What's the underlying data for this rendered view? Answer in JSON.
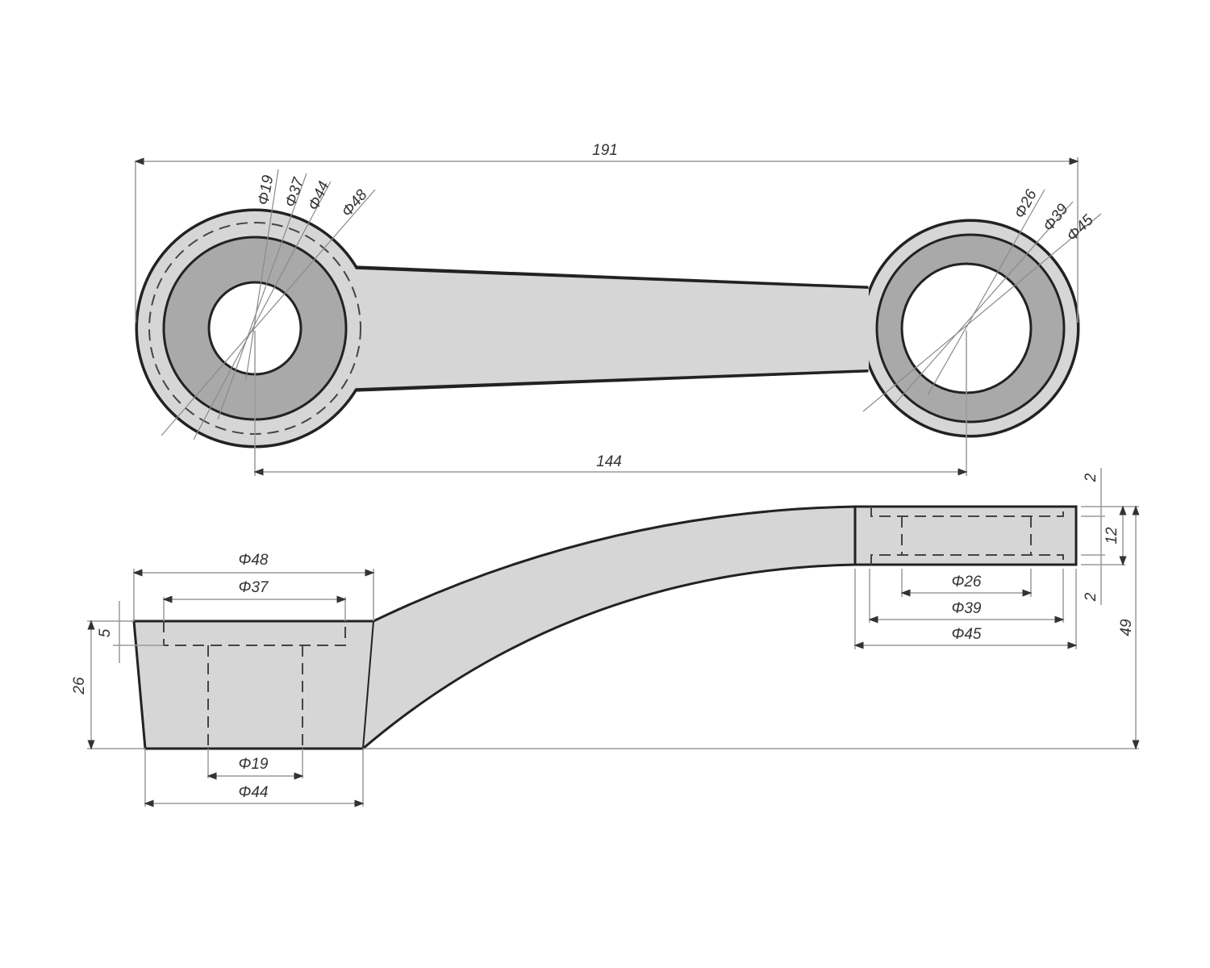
{
  "colors": {
    "part_fill": "#d6d6d6",
    "ring_fill": "#a9a9a9",
    "outline": "#222222",
    "dimension": "#9a9a9a"
  },
  "top_view": {
    "overall_length": "191",
    "center_distance": "144",
    "left_eye": [
      "Φ19",
      "Φ37",
      "Φ44",
      "Φ48"
    ],
    "right_eye": [
      "Φ26",
      "Φ39",
      "Φ45"
    ]
  },
  "side_view": {
    "left": {
      "top_outer": "Φ48",
      "recess": "Φ37",
      "bore": "Φ19",
      "bottom_outer": "Φ44",
      "height": "26",
      "recess_depth": "5"
    },
    "right": {
      "bore": "Φ26",
      "recess": "Φ39",
      "outer": "Φ45",
      "thickness": "12",
      "step_top": "2",
      "step_bottom": "2",
      "total_height": "49"
    }
  }
}
